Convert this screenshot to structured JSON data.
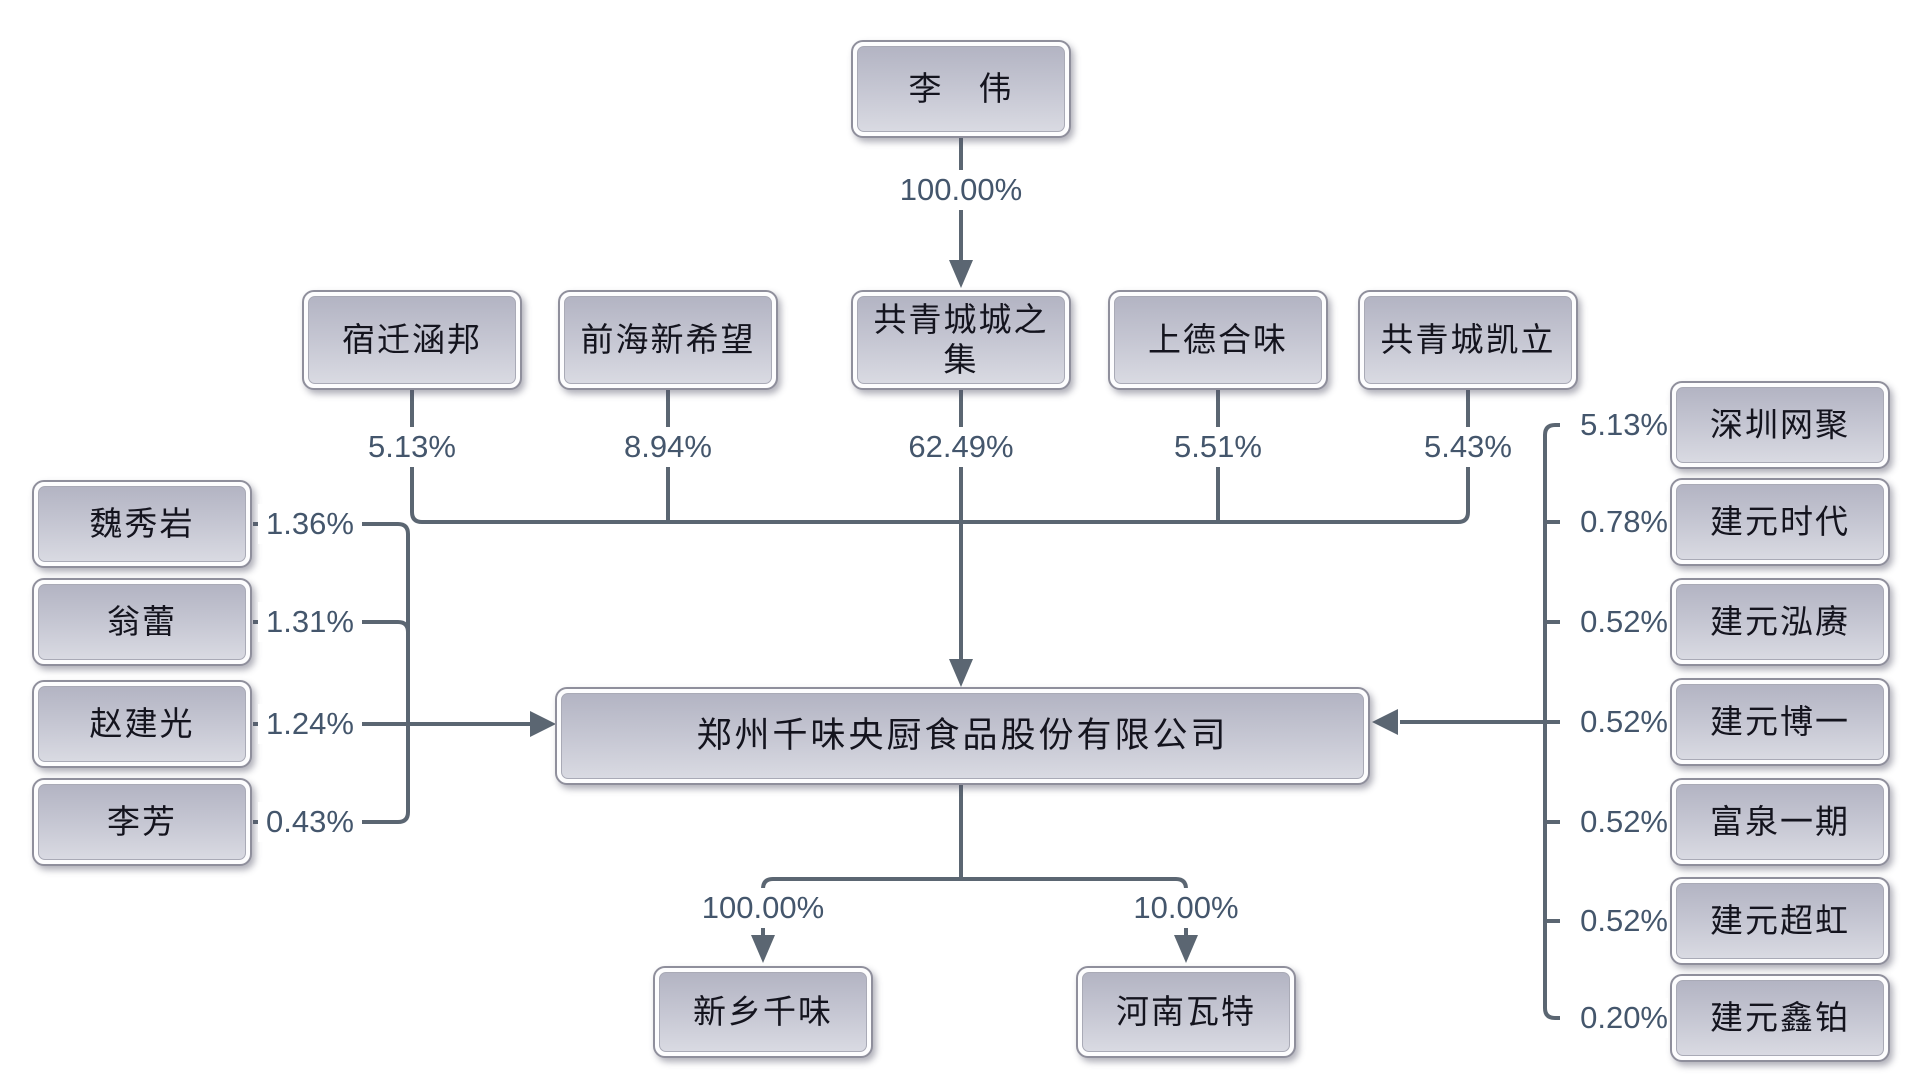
{
  "diagram": {
    "root": {
      "name": "李　伟",
      "pct": "100.00%"
    },
    "second_row": [
      {
        "name": "宿迁涵邦",
        "pct": "5.13%"
      },
      {
        "name": "前海新希望",
        "pct": "8.94%"
      },
      {
        "name": "共青城城之集",
        "pct": "62.49%"
      },
      {
        "name": "上德合味",
        "pct": "5.51%"
      },
      {
        "name": "共青城凯立",
        "pct": "5.43%"
      }
    ],
    "left_shareholders": [
      {
        "name": "魏秀岩",
        "pct": "1.36%"
      },
      {
        "name": "翁蕾",
        "pct": "1.31%"
      },
      {
        "name": "赵建光",
        "pct": "1.24%"
      },
      {
        "name": "李芳",
        "pct": "0.43%"
      }
    ],
    "right_shareholders": [
      {
        "name": "深圳网聚",
        "pct": "5.13%"
      },
      {
        "name": "建元时代",
        "pct": "0.78%"
      },
      {
        "name": "建元泓赓",
        "pct": "0.52%"
      },
      {
        "name": "建元博一",
        "pct": "0.52%"
      },
      {
        "name": "富泉一期",
        "pct": "0.52%"
      },
      {
        "name": "建元超虹",
        "pct": "0.52%"
      },
      {
        "name": "建元鑫铂",
        "pct": "0.20%"
      }
    ],
    "company": {
      "name": "郑州千味央厨食品股份有限公司"
    },
    "subsidiaries": [
      {
        "name": "新乡千味",
        "pct": "100.00%"
      },
      {
        "name": "河南瓦特",
        "pct": "10.00%"
      }
    ]
  },
  "colors": {
    "line": "#5b6672",
    "percent_text": "#44566c",
    "node_text": "#14141e",
    "node_fill_top": "#b3b4c3",
    "node_fill_bottom": "#d9dae2",
    "node_border": "#8f8f9c"
  }
}
